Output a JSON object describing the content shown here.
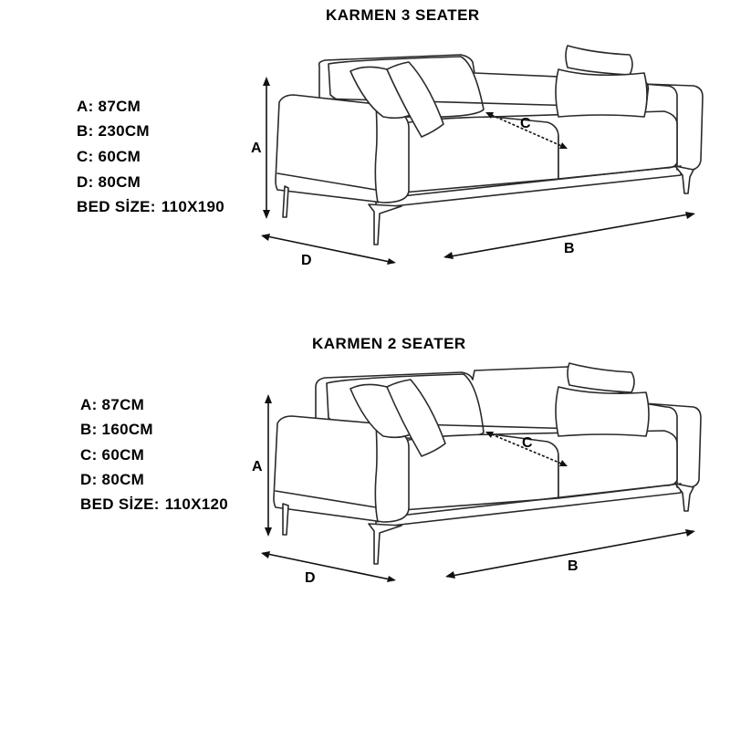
{
  "panels": [
    {
      "title": "KARMEN 3 SEATER",
      "specs": {
        "a": "A: 87CM",
        "b": "B: 230CM",
        "c": "C: 60CM",
        "d": "D: 80CM",
        "bed_label": "BED SİZE:",
        "bed_value": "110X190"
      },
      "dim_labels": {
        "a": "A",
        "b": "B",
        "c": "C",
        "d": "D"
      }
    },
    {
      "title": "KARMEN 2 SEATER",
      "specs": {
        "a": "A: 87CM",
        "b": "B: 160CM",
        "c": "C: 60CM",
        "d": "D: 80CM",
        "bed_label": "BED SİZE:",
        "bed_value": "110X120"
      },
      "dim_labels": {
        "a": "A",
        "b": "B",
        "c": "C",
        "d": "D"
      }
    }
  ],
  "colors": {
    "line": "#2a2a2a",
    "text": "#000000",
    "background": "#ffffff"
  }
}
